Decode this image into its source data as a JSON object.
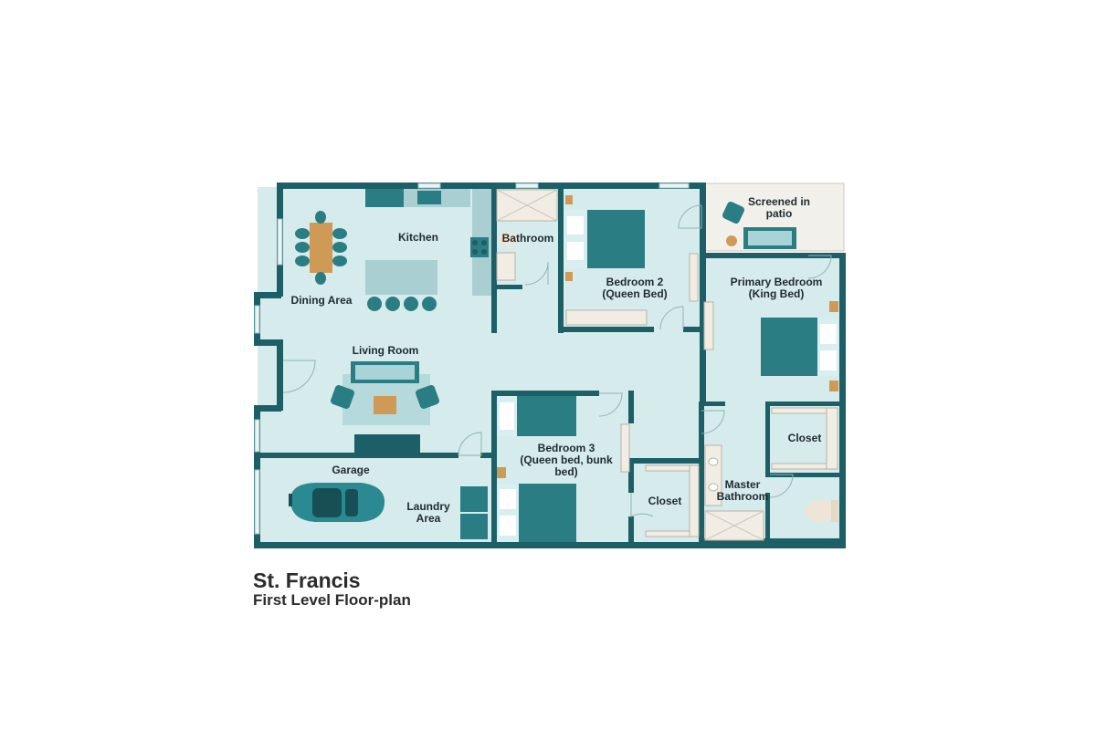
{
  "colors": {
    "wall": "#1d5f66",
    "floor": "#d6ebec",
    "patio": "#f2f0ea",
    "furniture": "#2b7d84",
    "wood": "#cf9a56"
  },
  "title": "St. Francis",
  "subtitle": "First Level Floor-plan",
  "rooms": {
    "kitchen": [
      "Kitchen"
    ],
    "dining": [
      "Dining Area"
    ],
    "living": [
      "Living Room"
    ],
    "bathroom": [
      "Bathroom"
    ],
    "bedroom2": [
      "Bedroom 2",
      "(Queen Bed)"
    ],
    "patio": [
      "Screened in",
      "patio"
    ],
    "primary": [
      "Primary Bedroom",
      "(King Bed)"
    ],
    "closet_primary": [
      "Closet"
    ],
    "bedroom3": [
      "Bedroom 3",
      "(Queen bed, bunk",
      "bed)"
    ],
    "closet_b3": [
      "Closet"
    ],
    "master_bath": [
      "Master",
      "Bathroom"
    ],
    "garage": [
      "Garage"
    ],
    "laundry": [
      "Laundry",
      "Area"
    ]
  },
  "icons": [
    "car-icon",
    "bed-icon",
    "sofa-icon",
    "toilet-icon",
    "shower-icon",
    "stove-icon",
    "dining-table-icon"
  ]
}
